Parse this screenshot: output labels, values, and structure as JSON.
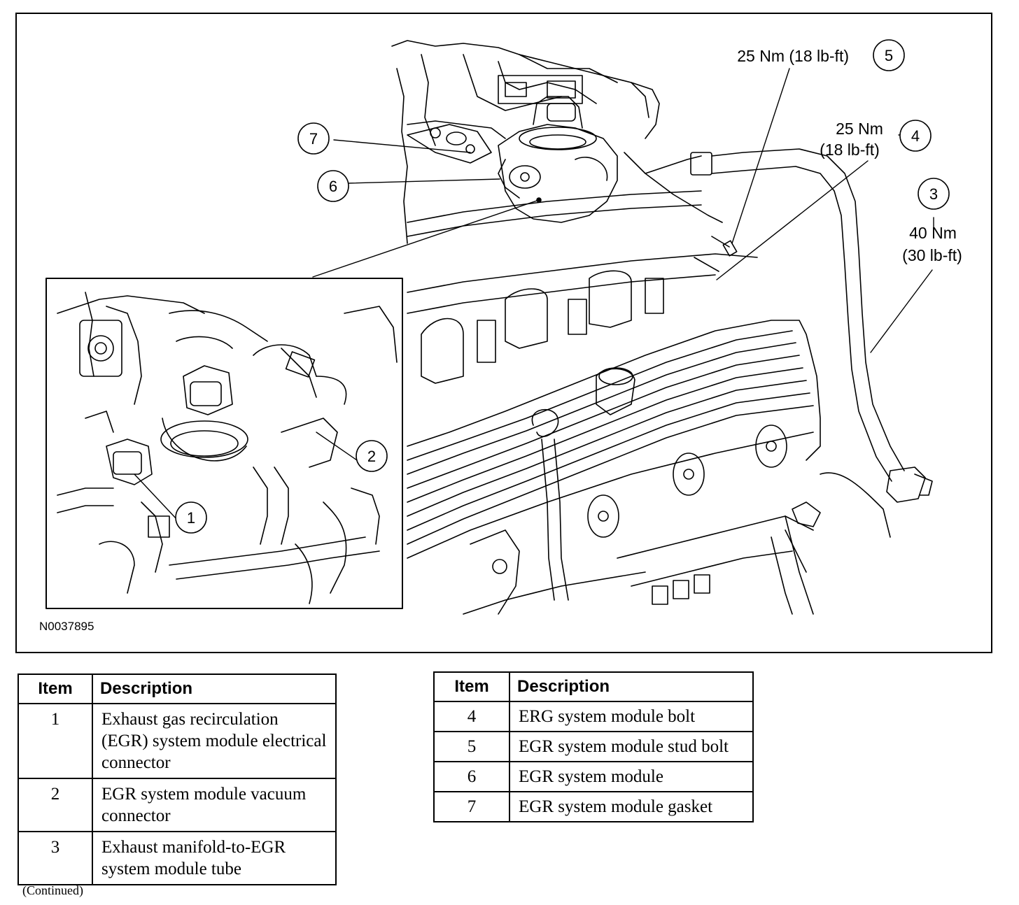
{
  "figure": {
    "id": "N0037895",
    "callouts": [
      {
        "num": "1"
      },
      {
        "num": "2"
      },
      {
        "num": "3",
        "torque": [
          "40 Nm",
          "(30 lb-ft)"
        ]
      },
      {
        "num": "4",
        "torque": [
          "25 Nm",
          "(18 lb-ft)"
        ]
      },
      {
        "num": "5",
        "torque": [
          "25 Nm (18 lb-ft)"
        ]
      },
      {
        "num": "6"
      },
      {
        "num": "7"
      }
    ]
  },
  "tables": {
    "headers": {
      "item": "Item",
      "description": "Description"
    },
    "left": [
      {
        "item": "1",
        "description": "Exhaust gas recirculation (EGR) system module electrical connector"
      },
      {
        "item": "2",
        "description": "EGR system module vacuum connector"
      },
      {
        "item": "3",
        "description": "Exhaust manifold-to-EGR system module tube"
      }
    ],
    "right": [
      {
        "item": "4",
        "description": "ERG system module bolt"
      },
      {
        "item": "5",
        "description": "EGR system module stud bolt"
      },
      {
        "item": "6",
        "description": "EGR system module"
      },
      {
        "item": "7",
        "description": "EGR system module gasket"
      }
    ]
  },
  "footer": {
    "continued": "(Continued)"
  }
}
